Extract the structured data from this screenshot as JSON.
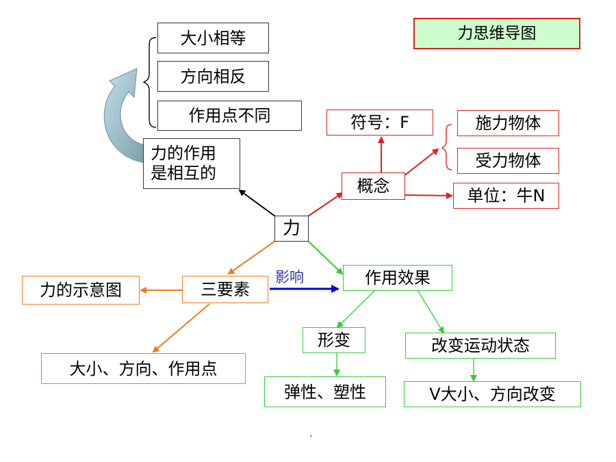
{
  "title": "力思维导图",
  "center": "力",
  "mutual": {
    "label_line1": "力的作用",
    "label_line2": "是相互的",
    "items": [
      "大小相等",
      "方向相反",
      "作用点不同"
    ]
  },
  "concept": {
    "label": "概念",
    "symbol": "符号：F",
    "unit": "单位：牛N",
    "objects": [
      "施力物体",
      "受力物体"
    ]
  },
  "three_elements": {
    "label": "三要素",
    "diagram": "力的示意图",
    "elements": "大小、方向、作用点"
  },
  "influence_label": "影响",
  "effects": {
    "label": "作用效果",
    "deformation": "形变",
    "deformation_types": "弹性、塑性",
    "motion_change": "改变运动状态",
    "motion_detail": "V大小、方向改变"
  },
  "footer_dot": ".",
  "colors": {
    "red": "#e0201e",
    "green": "#33cc33",
    "orange": "#f07a1c",
    "blue": "#0000dd",
    "black": "#000000",
    "title_bg": "#cdfccd",
    "curved_arrow": "#9fc8d4"
  }
}
